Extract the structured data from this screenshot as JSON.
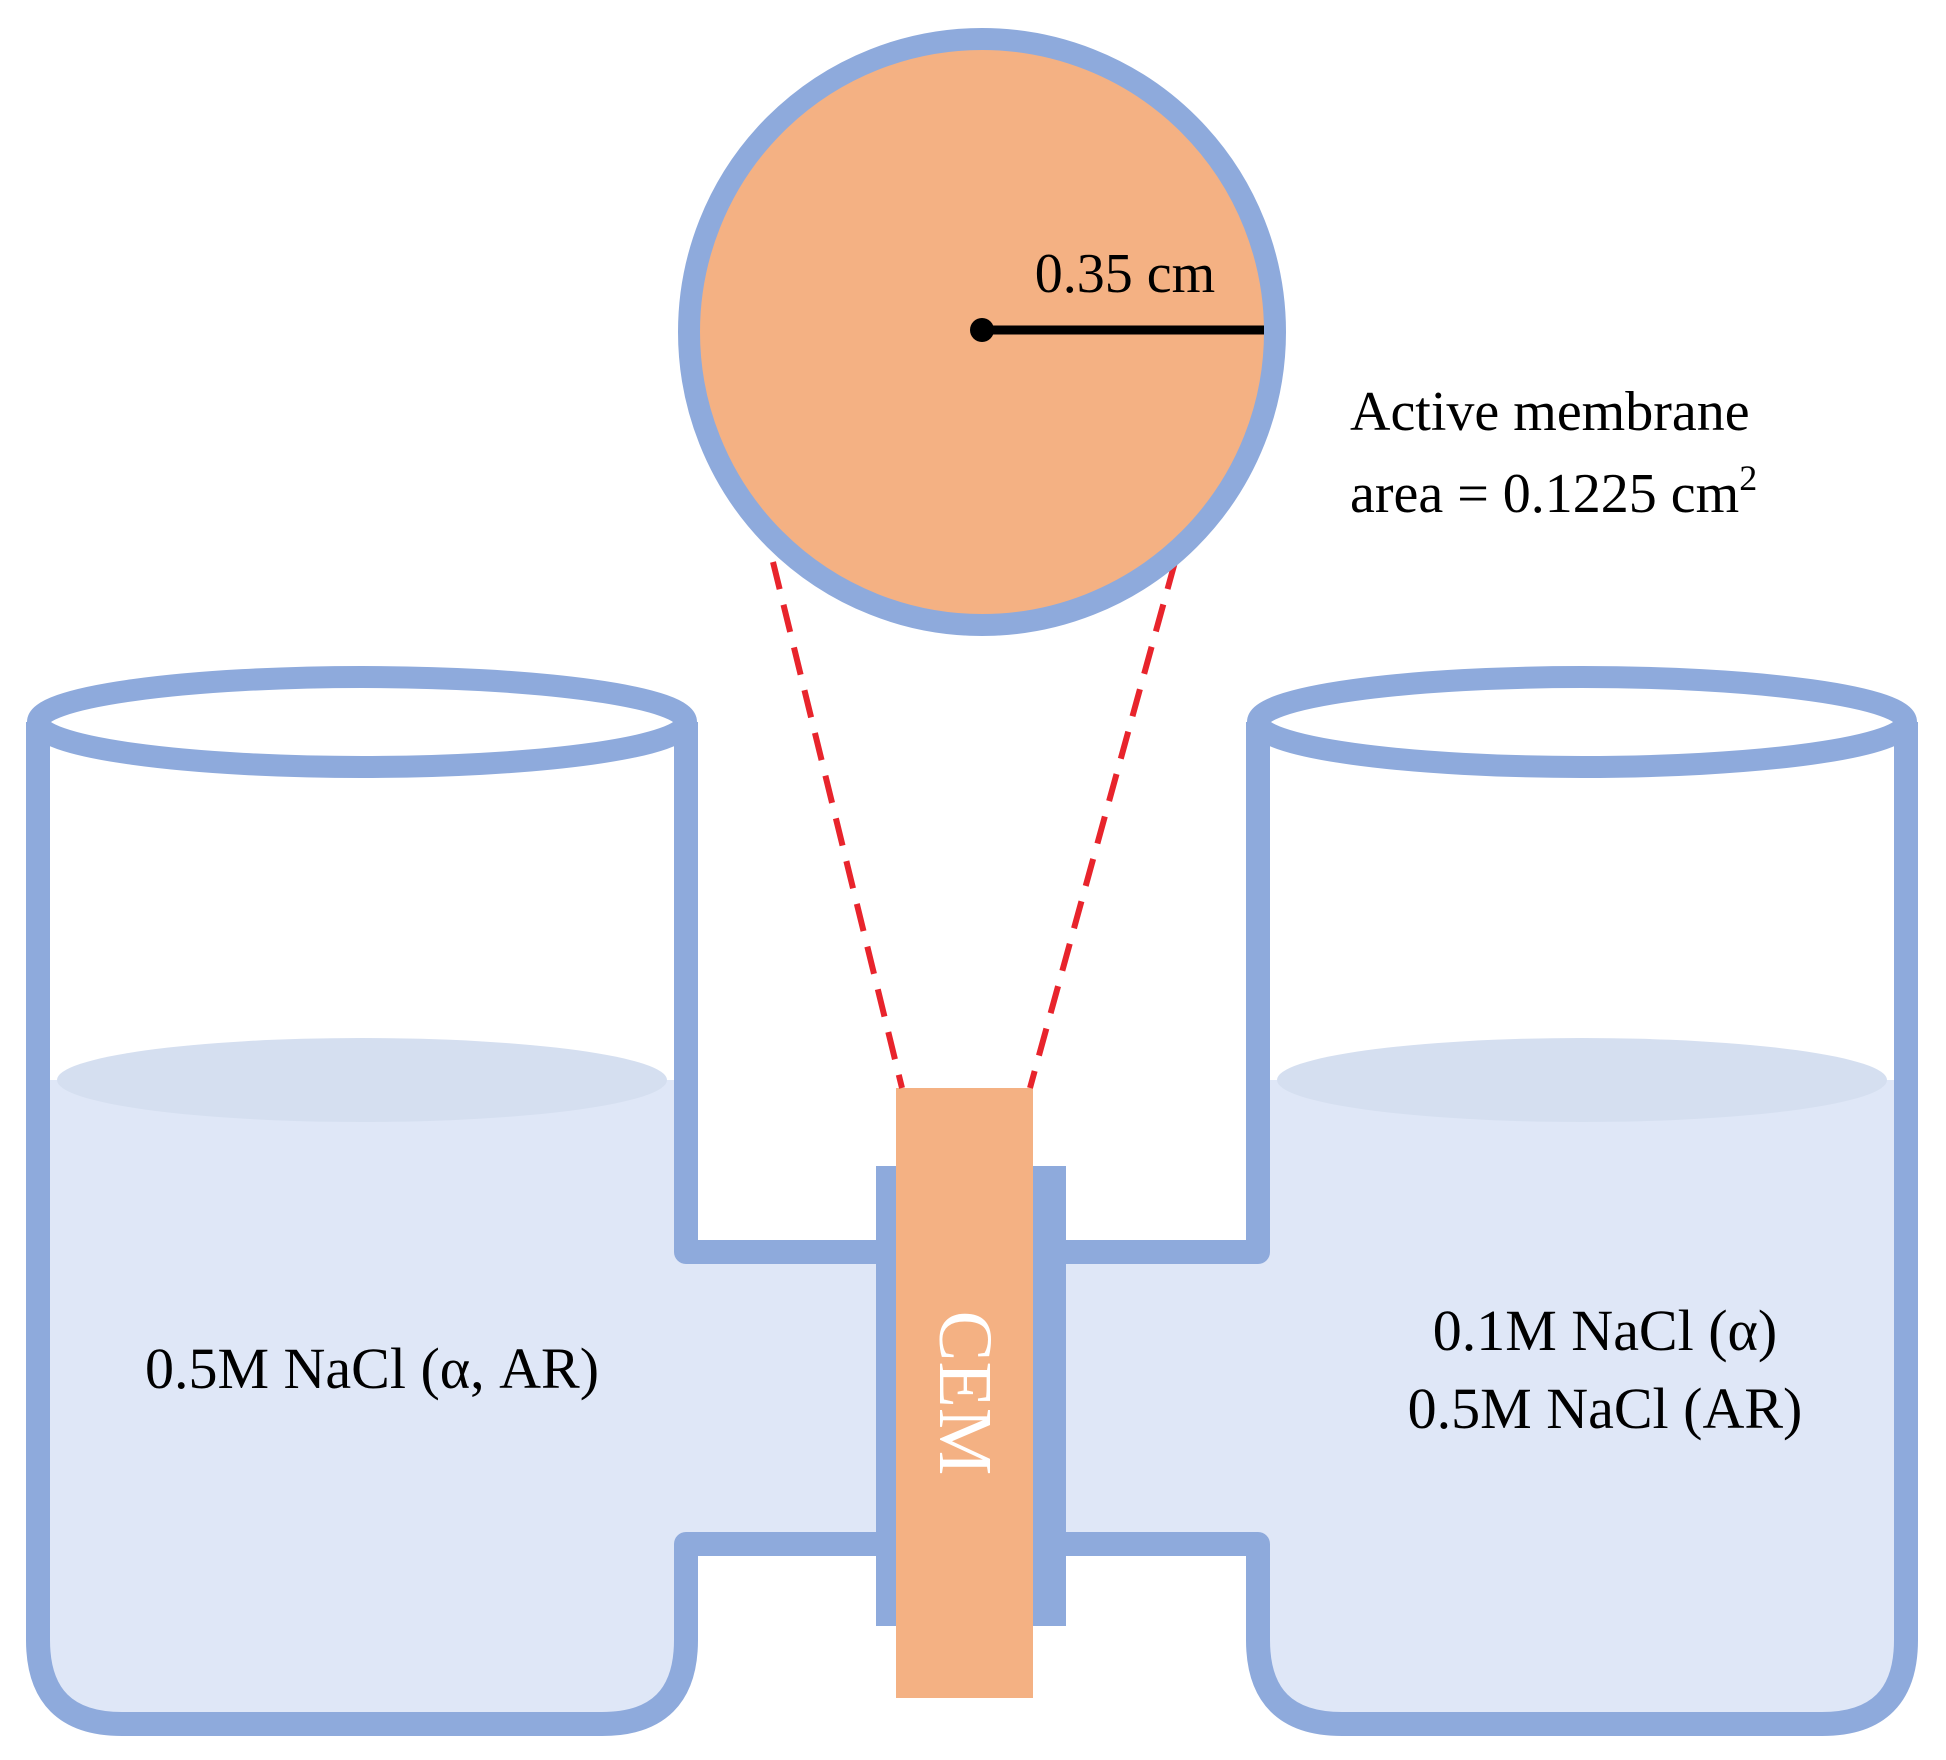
{
  "colors": {
    "glass": "#8eaadc",
    "liquid": "#dfe7f7",
    "liquid_surface": "#d5dff0",
    "membrane": "#f4b183",
    "zoom_lines": "#e8242c",
    "text": "#000000",
    "cem_text": "#ffffff"
  },
  "zoom": {
    "radius_label": "0.35 cm",
    "area_line1": "Active membrane",
    "area_line2_prefix": "area = 0.1225 cm",
    "area_line2_sup": "2"
  },
  "membrane": {
    "label": "CEM"
  },
  "left_cell": {
    "label": "0.5M NaCl (α, AR)"
  },
  "right_cell": {
    "line1": "0.1M NaCl (α)",
    "line2": "0.5M NaCl (AR)"
  }
}
